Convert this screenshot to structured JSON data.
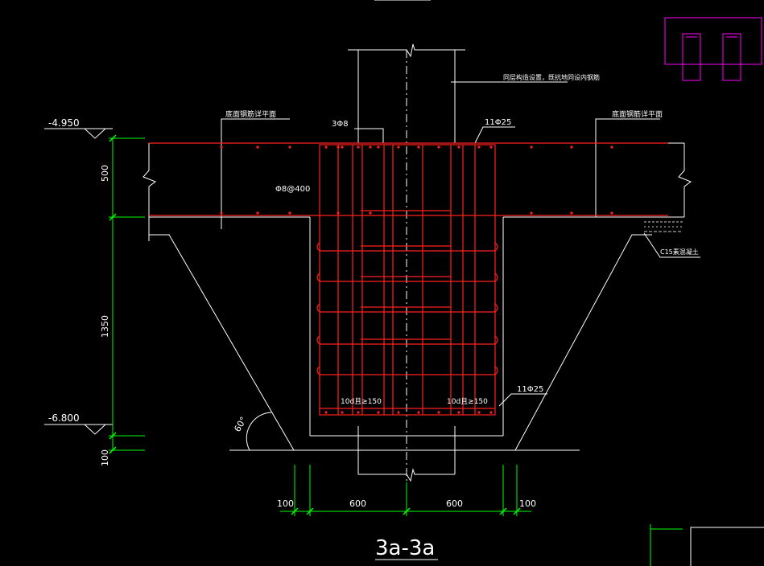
{
  "drawing": {
    "title": "3a-3a",
    "levels": {
      "top": "-4.950",
      "bottom": "-6.800"
    },
    "vertical_dims": {
      "slab": "500",
      "pit": "1350",
      "cushion": "100"
    },
    "horizontal_dims": {
      "left_edge": "100",
      "left_half": "600",
      "right_half": "600",
      "right_edge": "100"
    },
    "labels": {
      "top_note": "同层构造设置，既抗地同设内钢筋",
      "left_slab": "底面钢筋详平面",
      "right_slab": "底面钢筋详平面",
      "stirrup": "3Φ8",
      "top_bars": "11Φ25",
      "tie": "Φ8@400",
      "bottom_bars": "11Φ25",
      "anchor_left": "10d且≥150",
      "anchor_right": "10d且≥150",
      "cushion": "C15素混凝土",
      "angle": "60°"
    },
    "colors": {
      "background": "#000000",
      "outline": "#ffffff",
      "rebar": "#ff2020",
      "dimension": "#00ff00",
      "viewport": "#ff00ff"
    }
  }
}
